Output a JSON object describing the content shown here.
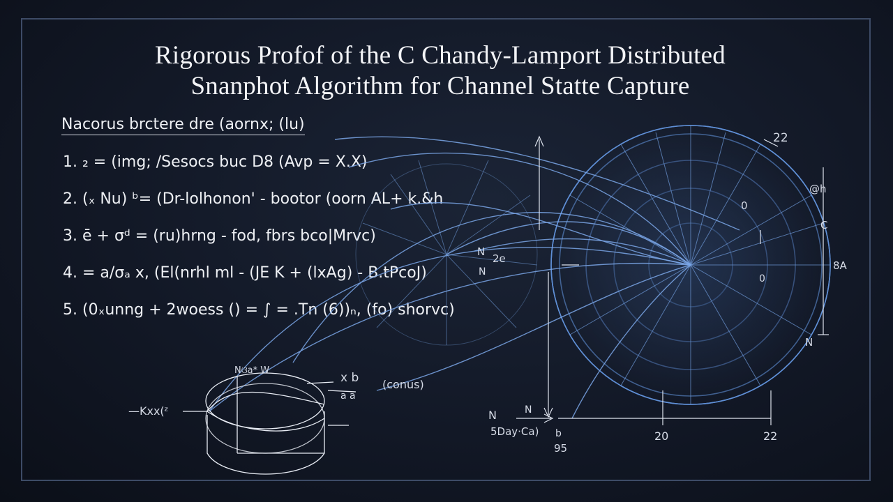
{
  "title": {
    "line1": "Rigorous Profof of the C Chandy-Lamport Distributed",
    "line2": "Snanphot Algorithm for Channel Statte Capture"
  },
  "subhead": "Nacorus brctere dre (aornx; (lu)",
  "steps": [
    "1. ₂ = (img; /Sesocs buc D8 (Avp = X.X)",
    "2. (ₓ Nu) ᵇ= (Dr-lolhonon' - bootor (oorn AL+ k.&h",
    "3. ē + σᵈ = (ru)hrng - fod, fbrs bco|Mrvc)",
    "4. = a/σₐ x, (El(nrhl ml - (JE K + (lxAg) - B.tPcoJ)",
    "5. (0ₓunng + 2woess () = ∫ = .Tn (6))ₙ, (fo) shorvc)"
  ],
  "labels": {
    "top_right": "22",
    "right_upper": "@h",
    "circle_o": "0",
    "right_c": "C",
    "right_mid": "8A",
    "right_n": "N",
    "right_small": "0",
    "mid_n_top": "N",
    "mid_ze": "2e",
    "mid_n_bottom": "N",
    "lens_top": "Nଓa* W",
    "lens_left": "—Kxx(ᶻ",
    "lens_fraction_top": "x  b",
    "lens_fraction_bottom": "a  a",
    "lens_right": "(conus)",
    "bottom_n1": "N",
    "bottom_n2": "N",
    "bottom_left": "5Day·Ca)",
    "bottom_b1": "b",
    "bottom_b2": "95",
    "bottom_mid": "20",
    "bottom_right": "22"
  },
  "colors": {
    "background": "#121826",
    "frame": "#3d4b66",
    "text": "#eef0f4",
    "diagram_blue": "#5f8fd6",
    "diagram_light": "#9db6e6"
  }
}
